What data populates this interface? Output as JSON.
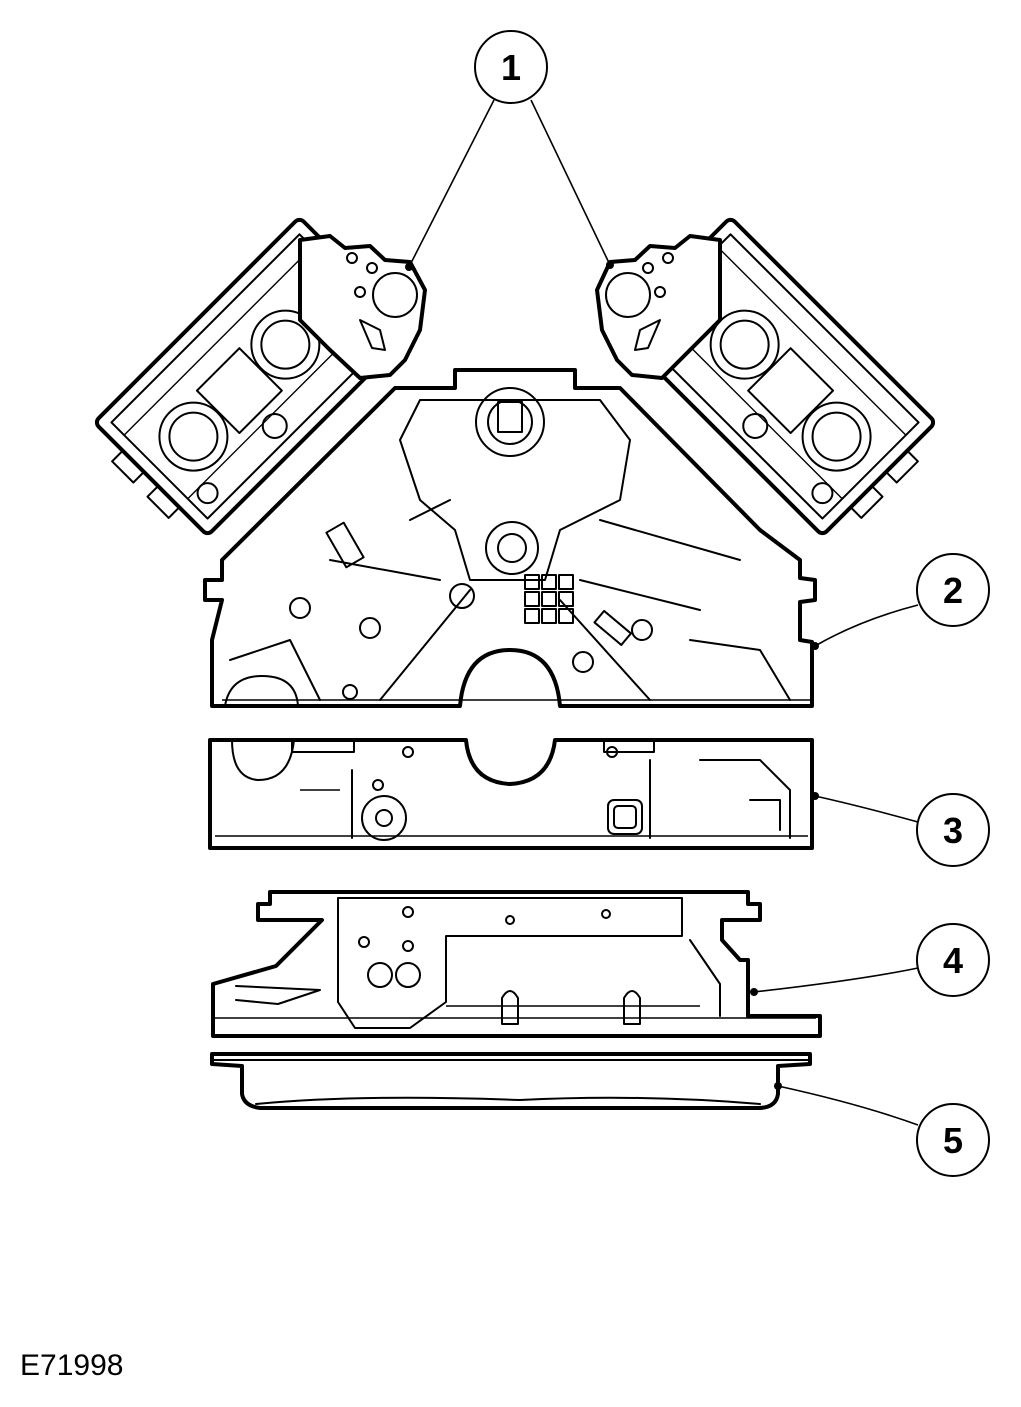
{
  "figure": {
    "id_label": "E71998",
    "callouts": [
      {
        "id": "1",
        "label": "1"
      },
      {
        "id": "2",
        "label": "2"
      },
      {
        "id": "3",
        "label": "3"
      },
      {
        "id": "4",
        "label": "4"
      },
      {
        "id": "5",
        "label": "5"
      }
    ]
  }
}
